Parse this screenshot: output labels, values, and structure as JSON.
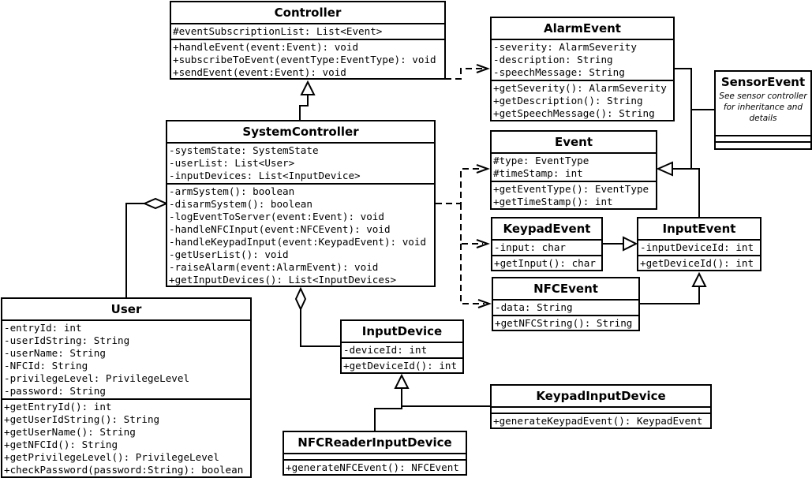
{
  "classes": {
    "controller": {
      "name": "Controller",
      "attributes": [
        "#eventSubscriptionList: List<Event>"
      ],
      "methods": [
        "+handleEvent(event:Event): void",
        "+subscribeToEvent(eventType:EventType): void",
        "+sendEvent(event:Event): void"
      ]
    },
    "system_controller": {
      "name": "SystemController",
      "attributes": [
        "-systemState: SystemState",
        "-userList: List<User>",
        "-inputDevices: List<InputDevice>"
      ],
      "methods": [
        "-armSystem(): boolean",
        "-disarmSystem(): boolean",
        "-logEventToServer(event:Event): void",
        "-handleNFCInput(event:NFCEvent): void",
        "-handleKeypadInput(event:KeypadEvent): void",
        "-getUserList(): void",
        "-raiseAlarm(event:AlarmEvent): void",
        "+getInputDevices(): List<InputDevices>"
      ]
    },
    "user": {
      "name": "User",
      "attributes": [
        "-entryId: int",
        "-userIdString: String",
        "-userName: String",
        "-NFCId: String",
        "-privilegeLevel: PrivilegeLevel",
        "-password: String"
      ],
      "methods": [
        "+getEntryId(): int",
        "+getUserIdString(): String",
        "+getUserName(): String",
        "+getNFCId(): String",
        "+getPrivilegeLevel(): PrivilegeLevel",
        "+checkPassword(password:String): boolean"
      ]
    },
    "input_device": {
      "name": "InputDevice",
      "attributes": [
        "-deviceId: int"
      ],
      "methods": [
        "+getDeviceId(): int"
      ]
    },
    "nfc_reader_input_device": {
      "name": "NFCReaderInputDevice",
      "attributes": [],
      "methods": [
        "+generateNFCEvent(): NFCEvent"
      ]
    },
    "keypad_input_device": {
      "name": "KeypadInputDevice",
      "attributes": [],
      "methods": [
        "+generateKeypadEvent(): KeypadEvent"
      ]
    },
    "alarm_event": {
      "name": "AlarmEvent",
      "attributes": [
        "-severity: AlarmSeverity",
        "-description: String",
        "-speechMessage: String"
      ],
      "methods": [
        "+getSeverity(): AlarmSeverity",
        "+getDescription(): String",
        "+getSpeechMessage(): String"
      ]
    },
    "event": {
      "name": "Event",
      "attributes": [
        "#type: EventType",
        "#timeStamp: int"
      ],
      "methods": [
        "+getEventType(): EventType",
        "+getTimeStamp(): int"
      ]
    },
    "keypad_event": {
      "name": "KeypadEvent",
      "attributes": [
        "-input: char"
      ],
      "methods": [
        "+getInput(): char"
      ]
    },
    "nfc_event": {
      "name": "NFCEvent",
      "attributes": [
        "-data: String"
      ],
      "methods": [
        "+getNFCString(): String"
      ]
    },
    "input_event": {
      "name": "InputEvent",
      "attributes": [
        "-inputDeviceId: int"
      ],
      "methods": [
        "+getDeviceId(): int"
      ]
    },
    "sensor_event": {
      "name": "SensorEvent",
      "note": "See sensor controller for inheritance and details",
      "attributes": [],
      "methods": []
    }
  }
}
